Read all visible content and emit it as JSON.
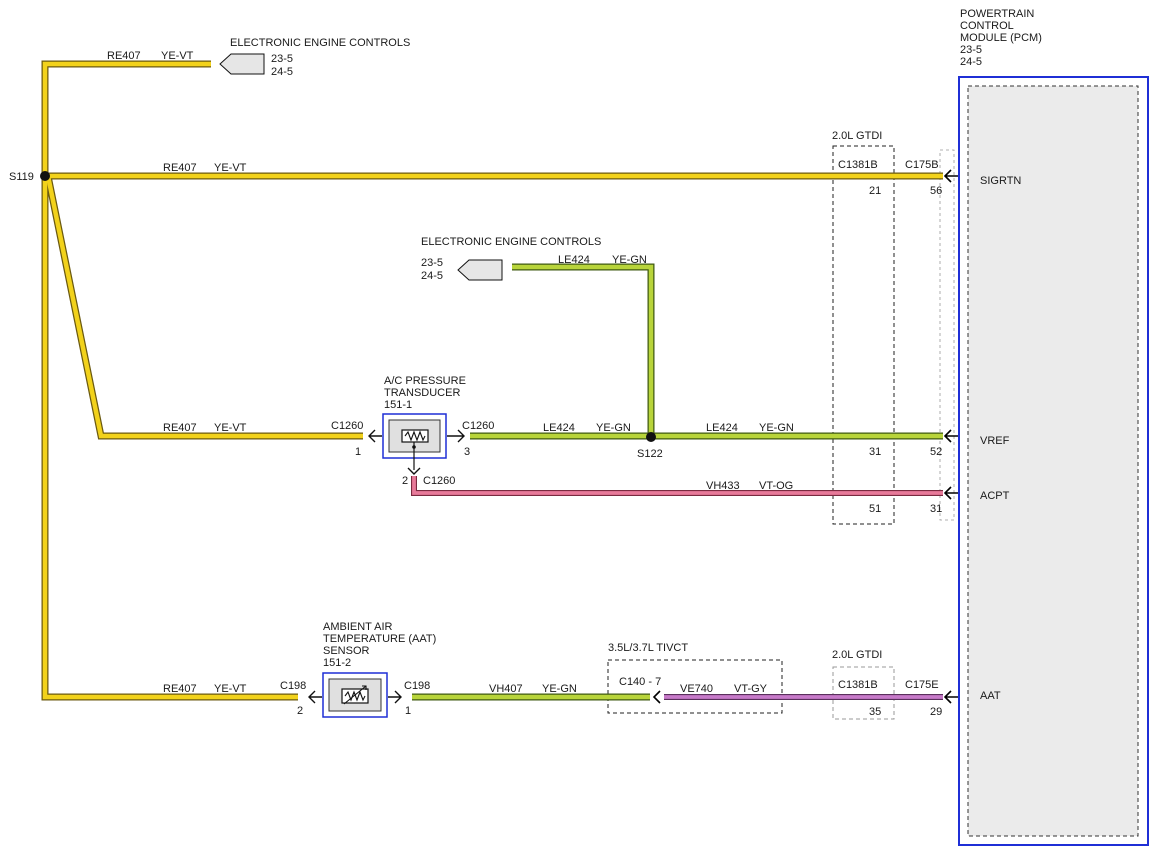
{
  "colors": {
    "ye_vt": "#f2d21b",
    "ye_vt_edge": "#6b5a10",
    "ye_gn": "#b8d43a",
    "ye_gn_edge": "#3f5a12",
    "vt_og": "#e87a9a",
    "vt_og_edge": "#7a2a40",
    "vt_gy": "#c77ac9",
    "vt_gy_edge": "#5a2f5c",
    "pcm_border": "#1f2fd6",
    "pcm_fill": "#ebebeb",
    "component_border": "#1f2fd6"
  },
  "pcm": {
    "title_lines": [
      "POWERTRAIN",
      "CONTROL",
      "MODULE (PCM)",
      "23-5",
      "24-5"
    ],
    "pins": {
      "sigrtn": "SIGRTN",
      "vref": "VREF",
      "acpt": "ACPT",
      "aat": "AAT"
    }
  },
  "splices": {
    "s119": "S119",
    "s122": "S122"
  },
  "eec_top": {
    "title": "ELECTRONIC ENGINE CONTROLS",
    "ref1": "23-5",
    "ref2": "24-5"
  },
  "eec_mid": {
    "title": "ELECTRONIC ENGINE CONTROLS",
    "ref1": "23-5",
    "ref2": "24-5"
  },
  "wires": {
    "re407": "RE407",
    "ye_vt": "YE-VT",
    "le424": "LE424",
    "ye_gn": "YE-GN",
    "vh433": "VH433",
    "vt_og": "VT-OG",
    "vh407": "VH407",
    "ve740": "VE740",
    "vt_gy": "VT-GY"
  },
  "connectors": {
    "c1381b": "C1381B",
    "c175b": "C175B",
    "c175e": "C175E",
    "c1260": "C1260",
    "c198": "C198",
    "c140_7": "C140 - 7"
  },
  "variants": {
    "gtdi": "2.0L GTDI",
    "tivct": "3.5L/3.7L TIVCT"
  },
  "pin_numbers": {
    "p21": "21",
    "p56": "56",
    "p31a": "31",
    "p52": "52",
    "p51": "51",
    "p31b": "31",
    "p35": "35",
    "p29": "29",
    "ac_p1": "1",
    "ac_p3": "3",
    "ac_p2": "2",
    "aat_p2": "2",
    "aat_p1": "1"
  },
  "components": {
    "ac_transducer": {
      "name_line1": "A/C PRESSURE",
      "name_line2": "TRANSDUCER",
      "ref": "151-1"
    },
    "aat_sensor": {
      "name_line1": "AMBIENT AIR",
      "name_line2": "TEMPERATURE (AAT)",
      "name_line3": "SENSOR",
      "ref": "151-2"
    }
  }
}
